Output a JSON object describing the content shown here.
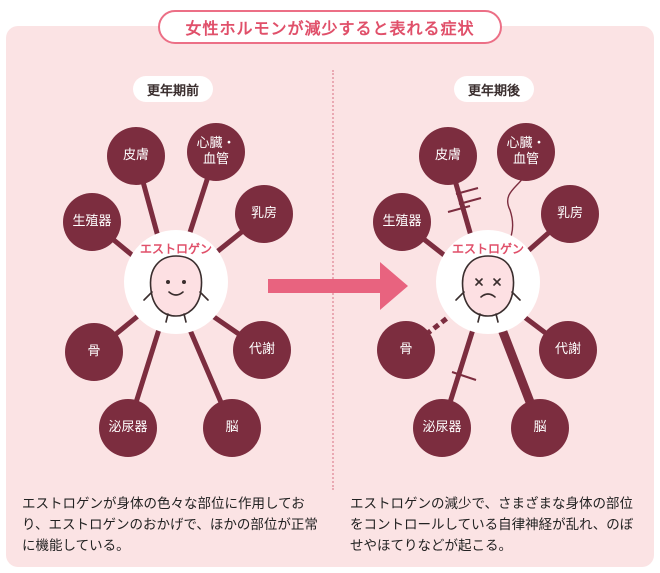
{
  "title": "女性ホルモンが減少すると表れる症状",
  "before": {
    "label": "更年期前",
    "center": "エストロゲン",
    "organs": [
      "皮膚",
      "心臓・\n血管",
      "乳房",
      "生殖器",
      "代謝",
      "骨",
      "泌尿器",
      "脳"
    ],
    "caption": "エストロゲンが身体の色々な部位に作用しており、エストロゲンのおかげで、ほかの部位が正常に機能している。"
  },
  "after": {
    "label": "更年期後",
    "center": "エストロゲン",
    "organs": [
      "皮膚",
      "心臓・\n血管",
      "乳房",
      "生殖器",
      "代謝",
      "骨",
      "泌尿器",
      "脳"
    ],
    "caption": "エストロゲンの減少で、さまざまな身体の部位をコントロールしている自律神経が乱れ、のぼせやほてりなどが起こる。"
  },
  "colors": {
    "node": "#7c2d3f",
    "accent": "#e8637f",
    "panel": "#fbe3e4",
    "face": "#fde0e3"
  }
}
